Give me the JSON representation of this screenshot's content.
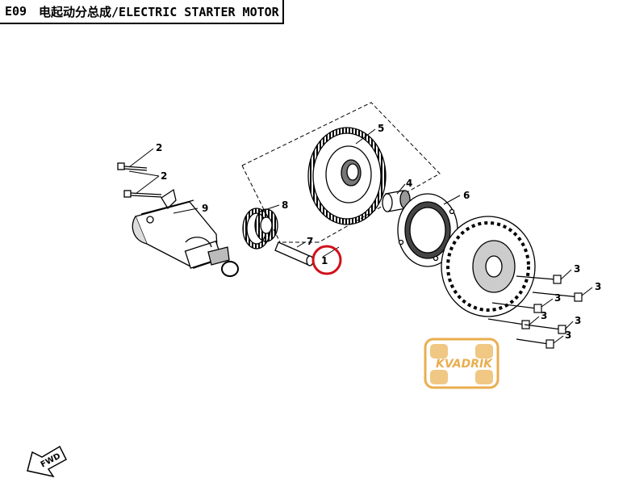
{
  "header": {
    "code": "E09",
    "title": "电起动分总成/ELECTRIC STARTER MOTOR"
  },
  "callouts": {
    "c1": "1",
    "c2a": "2",
    "c2b": "2",
    "c3a": "3",
    "c3b": "3",
    "c3c": "3",
    "c3d": "3",
    "c3e": "3",
    "c3f": "3",
    "c4": "4",
    "c5": "5",
    "c6": "6",
    "c7": "7",
    "c8": "8",
    "c9": "9"
  },
  "direction": {
    "label": "FWD"
  },
  "watermark": {
    "label": "KVADRIK"
  },
  "colors": {
    "highlight": "#d0101a",
    "watermark": "#e8a63c",
    "line": "#000000"
  }
}
